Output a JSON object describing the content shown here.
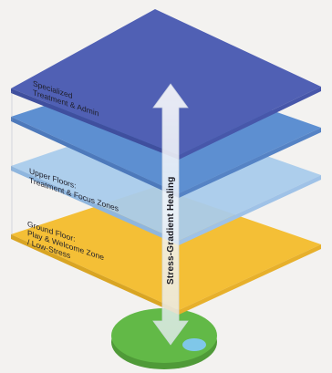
{
  "diagram": {
    "arrow_label": "Stress-Gradient Healing",
    "layers": [
      {
        "id": "top",
        "label": "Specialized\nTreatment & Admin",
        "color": "#5060b4"
      },
      {
        "id": "second",
        "label": "",
        "color": "#5d8fd1"
      },
      {
        "id": "upper",
        "label": "Upper Floors:\nTreatment & Focus Zones",
        "color": "#a9cbeb"
      },
      {
        "id": "ground",
        "label": "Ground Floor:\nPlay & Welcome Zone\n/ Low-Stress",
        "color": "#f7c84a"
      }
    ],
    "base_color": "#62b947",
    "pond_color": "#7fc7e9"
  }
}
